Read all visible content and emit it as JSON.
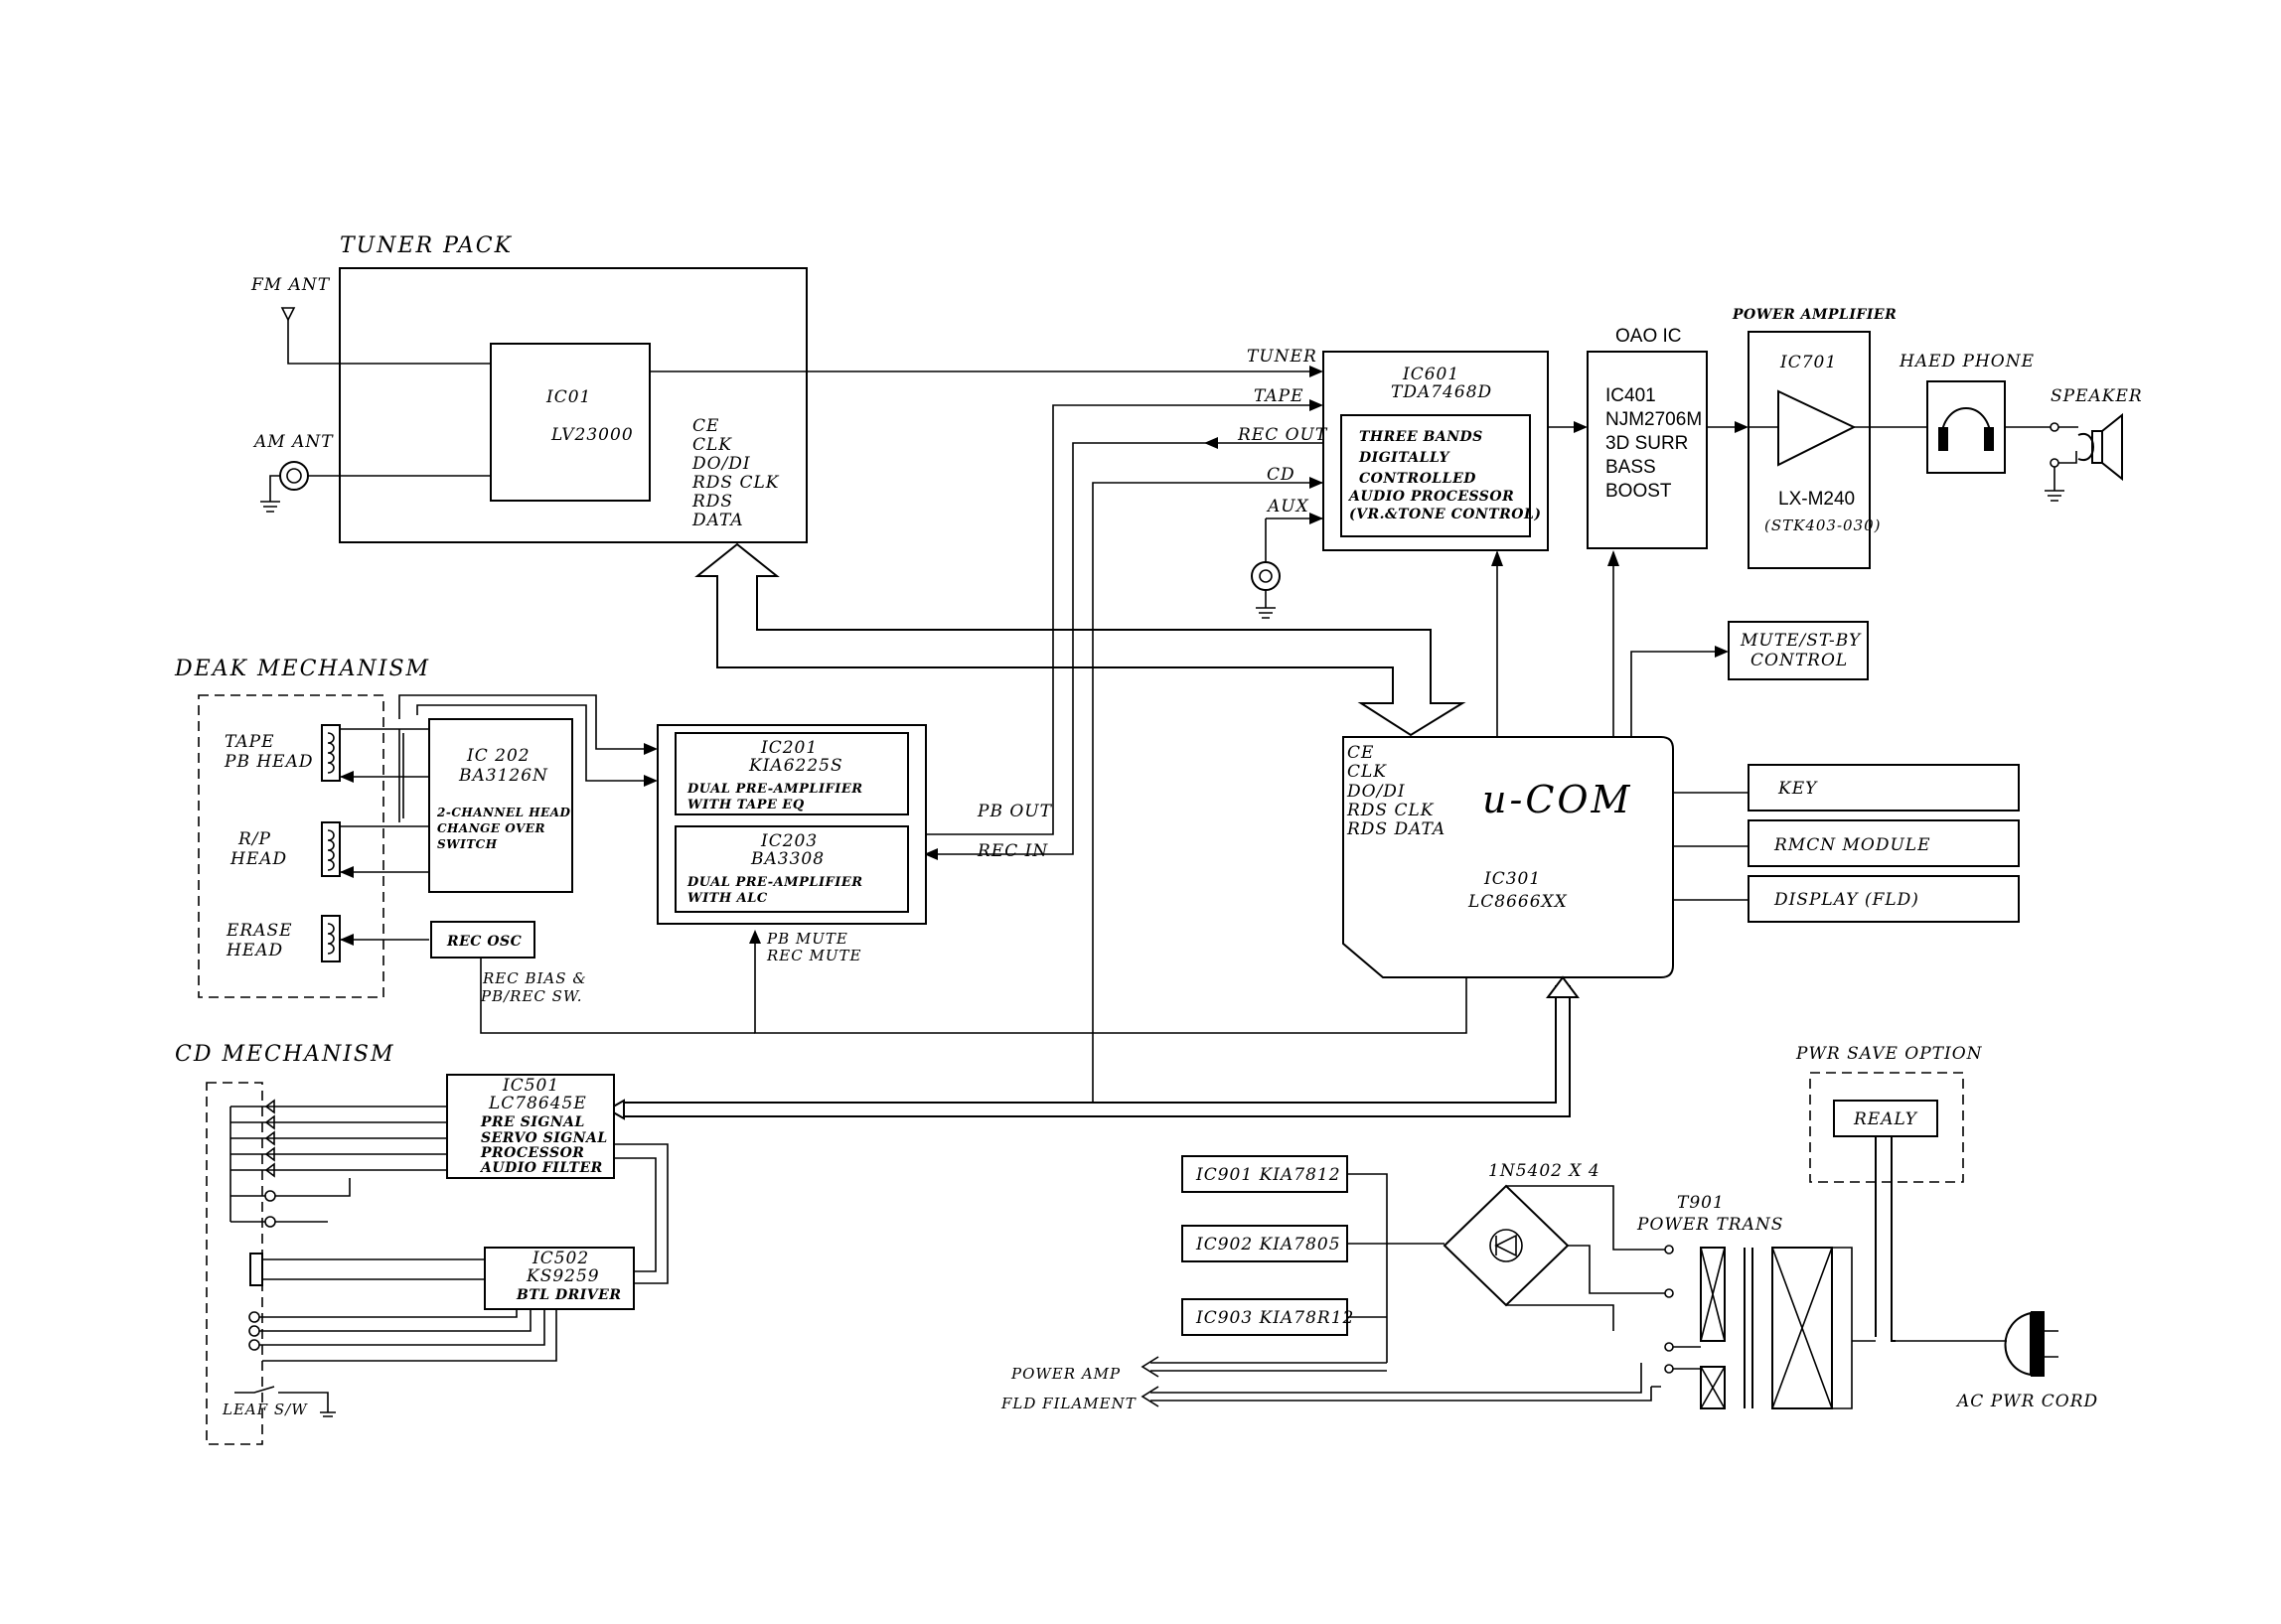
{
  "sections": {
    "tuner_pack": "TUNER PACK",
    "deck_mechanism": "DEAK MECHANISM",
    "cd_mechanism": "CD MECHANISM",
    "pwr_save_option": "PWR SAVE OPTION",
    "power_amplifier": "POWER AMPLIFIER",
    "oao_ic": "OAO IC"
  },
  "tuner": {
    "fm_ant": "FM ANT",
    "am_ant": "AM ANT",
    "ic_name": "IC01",
    "ic_part": "LV23000",
    "pins": [
      "CE",
      "CLK",
      "DO/DI",
      "RDS CLK",
      "RDS",
      "DATA"
    ]
  },
  "ic601": {
    "name": "IC601",
    "part": "TDA7468D",
    "desc": [
      "THREE BANDS",
      "DIGITALLY",
      "CONTROLLED",
      "AUDIO PROCESSOR",
      "(VR.&TONE CONTROL)"
    ],
    "inputs": [
      "TUNER",
      "TAPE",
      "REC OUT",
      "CD",
      "AUX"
    ]
  },
  "ic401": {
    "lines": [
      "IC401",
      "NJM2706M",
      "3D SURR",
      "BASS",
      "BOOST"
    ]
  },
  "ic701": {
    "name": "IC701",
    "part": "LX-M240",
    "sub": "(STK403-030)"
  },
  "outputs": {
    "headphone": "HAED PHONE",
    "speaker": "SPEAKER"
  },
  "mute_control": [
    "MUTE/ST-BY",
    "CONTROL"
  ],
  "deck": {
    "tape_head": [
      "TAPE",
      "PB HEAD"
    ],
    "rp_head": [
      "R/P",
      "HEAD"
    ],
    "erase_head": [
      "ERASE",
      "HEAD"
    ],
    "ic202": [
      "IC 202",
      "BA3126N"
    ],
    "ic202_desc": [
      "2-CHANNEL HEAD",
      "CHANGE OVER",
      "SWITCH"
    ],
    "ic201": [
      "IC201",
      "KIA6225S"
    ],
    "ic201_desc": [
      "DUAL PRE-AMPLIFIER",
      "WITH TAPE EQ"
    ],
    "ic203": [
      "IC203",
      "BA3308"
    ],
    "ic203_desc": [
      "DUAL PRE-AMPLIFIER",
      "WITH ALC"
    ],
    "pb_out": "PB OUT",
    "rec_in": "REC IN",
    "rec_osc": "REC OSC",
    "rec_bias": [
      "REC BIAS &",
      "PB/REC SW."
    ],
    "pb_mute": [
      "PB MUTE",
      "REC MUTE"
    ]
  },
  "ucom": {
    "pins": [
      "CE",
      "CLK",
      "DO/DI",
      "RDS CLK",
      "RDS DATA"
    ],
    "title": "u-COM",
    "ic_name": "IC301",
    "ic_part": "LC8666XX"
  },
  "peripherals": [
    "KEY",
    "RMCN MODULE",
    "DISPLAY (FLD)"
  ],
  "cd": {
    "ic501": [
      "IC501",
      "LC78645E"
    ],
    "ic501_desc": [
      "PRE SIGNAL",
      "SERVO SIGNAL",
      "PROCESSOR",
      "AUDIO FILTER"
    ],
    "ic502": [
      "IC502",
      "KS9259",
      "BTL DRIVER"
    ],
    "leaf_sw": "LEAF S/W"
  },
  "power": {
    "regulators": [
      "IC901  KIA7812",
      "IC902  KIA7805",
      "IC903  KIA78R12"
    ],
    "bridge": "1N5402 X 4",
    "transformer": [
      "T901",
      "POWER TRANS"
    ],
    "relay": "REALY",
    "power_amp": "POWER AMP",
    "fld_filament": "FLD FILAMENT",
    "ac_cord": "AC PWR CORD"
  }
}
